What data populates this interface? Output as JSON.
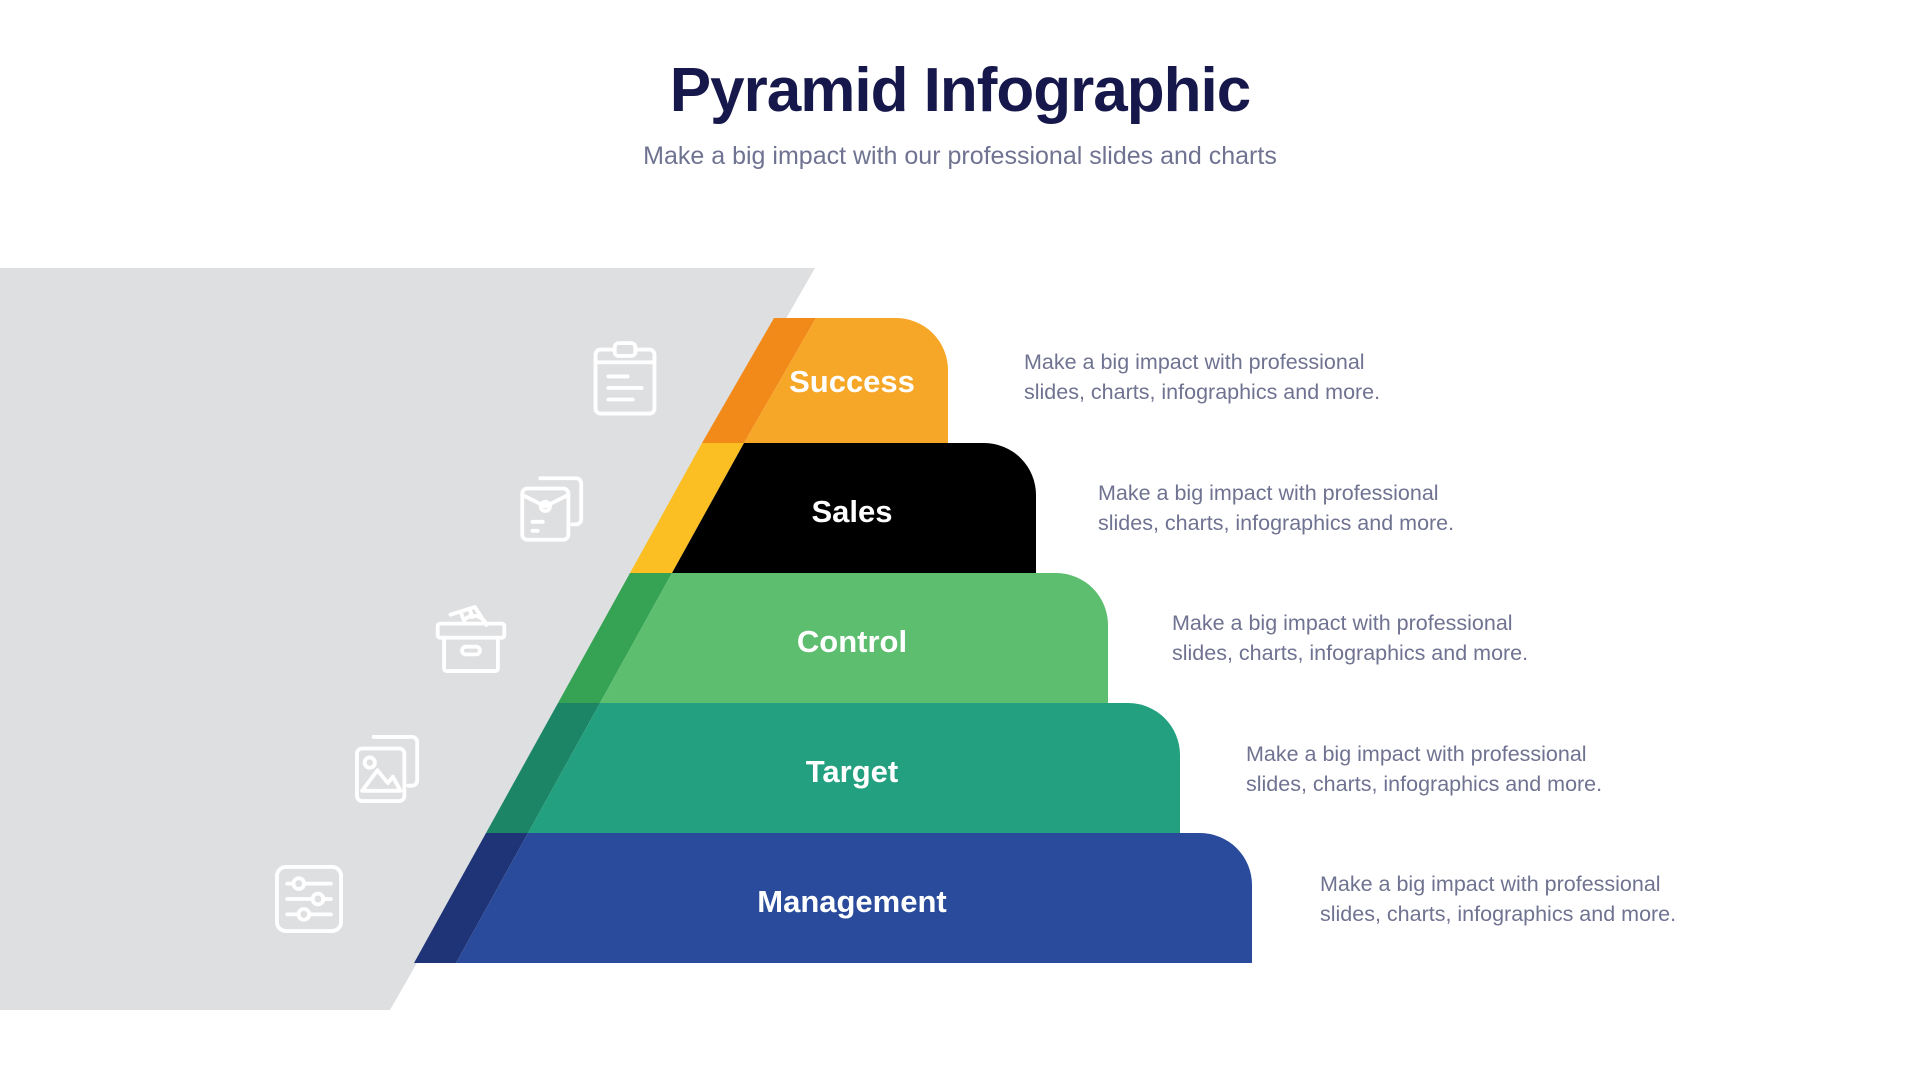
{
  "header": {
    "title": "Pyramid Infographic",
    "subtitle": "Make a big impact with our professional slides and charts"
  },
  "colors": {
    "title": "#16174a",
    "subtitle": "#6f7391",
    "description": "#6f7391",
    "backdrop": "#dedfe1",
    "page_background": "#ffffff",
    "label": "#ffffff"
  },
  "chart_data": {
    "type": "pyramid",
    "title": "Pyramid Infographic",
    "subtitle": "Make a big impact with our professional slides and charts",
    "levels": 5,
    "order": "top-to-bottom",
    "categories": [
      "Success",
      "Sales",
      "Control",
      "Target",
      "Management"
    ],
    "values": [
      1,
      2,
      3,
      4,
      5
    ],
    "legend": "none",
    "grid": false
  },
  "pyramid": {
    "tiers": [
      {
        "label": "Success",
        "description": "Make a big impact with professional\nslides, charts, infographics and more.",
        "fill": "#F7A728",
        "shadow": "#F18A19",
        "icon": "clipboard-icon",
        "index": 1
      },
      {
        "label": "Sales",
        "description": "Make a big impact with professional\nslides, charts, infographics and more.",
        "fill": "#FCD council",
        "shadow": "#FBBF24",
        "icon": "envelope-folder-icon",
        "index": 2
      },
      {
        "label": "Control",
        "description": "Make a big impact with professional\nslides, charts, infographics and more.",
        "fill": "#5CBE6E",
        "shadow": "#35A353",
        "icon": "archive-box-icon",
        "index": 3
      },
      {
        "label": "Target",
        "description": "Make a big impact with professional\nslides, charts, infographics and more.",
        "fill": "#22A07F",
        "shadow": "#1B8565",
        "icon": "photos-icon",
        "index": 4
      },
      {
        "label": "Management",
        "description": "Make a big impact with professional\nslides, charts, infographics and more.",
        "fill": "#2A4B9B",
        "shadow": "#1E3477",
        "icon": "sliders-icon",
        "index": 5
      }
    ]
  }
}
